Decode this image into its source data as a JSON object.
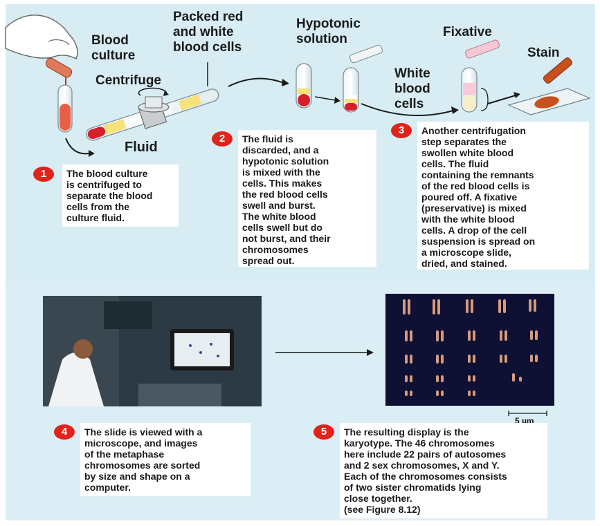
{
  "labels": {
    "blood_culture": "Blood\nculture",
    "packed_cells": "Packed red\nand white\nblood cells",
    "hypotonic": "Hypotonic\nsolution",
    "fixative": "Fixative",
    "stain": "Stain",
    "centrifuge": "Centrifuge",
    "white_cells": "White\nblood\ncells",
    "fluid": "Fluid",
    "scale": "5 µm"
  },
  "steps": [
    {
      "number": "1",
      "text": "The blood culture\nis centrifuged to\nseparate the blood\ncells from the\nculture fluid."
    },
    {
      "number": "2",
      "text": "The fluid is\ndiscarded, and a\nhypotonic solution\nis mixed with the\ncells. This makes\nthe red blood cells\nswell and burst.\nThe white blood\ncells swell but do\nnot burst, and their\nchromosomes\nspread out."
    },
    {
      "number": "3",
      "text": "Another centrifugation\nstep separates the\nswollen white blood\ncells. The fluid\ncontaining the remnants\nof the red blood cells is\npoured off. A fixative\n(preservative) is mixed\nwith the white blood\ncells. A drop of the cell\nsuspension is spread on\na microscope slide,\ndried, and stained."
    },
    {
      "number": "4",
      "text": "The slide is viewed with a\nmicroscope, and images\nof the metaphase\nchromosomes are sorted\nby size and shape on a\ncomputer."
    },
    {
      "number": "5",
      "text": "The resulting display is the\nkaryotype. The 46 chromosomes\nhere include 22 pairs of autosomes\nand 2 sex chromosomes, X and Y.\nEach of the chromosomes consists\nof two sister chromatids lying\nclose together.\n(see Figure 8.12)"
    }
  ],
  "colors": {
    "panel_top": "#d7ecf3",
    "panel_bottom": "#dbeef5",
    "badge": "#e0241b",
    "blood": "#d61f2c",
    "fluid": "#f5e37a",
    "stain": "#c8501c"
  },
  "icons": [
    "hand-icon",
    "test-tube-icon",
    "centrifuge-icon",
    "pipette-icon",
    "microscope-slide-icon",
    "arrow-icon"
  ]
}
